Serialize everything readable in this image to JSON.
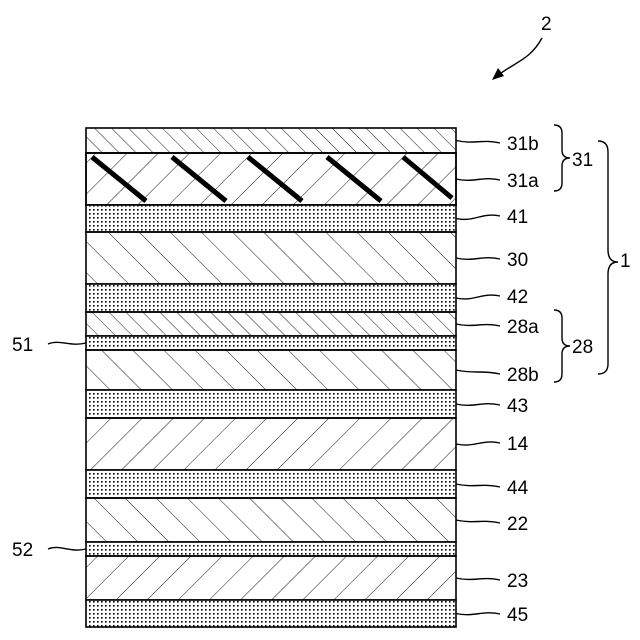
{
  "figure": {
    "assembly_label": "2",
    "stack_label": "1",
    "layers": [
      {
        "label": "31b",
        "pattern": "fine-hatch"
      },
      {
        "label": "31a",
        "pattern": "bold-hatch"
      },
      {
        "label": "41",
        "pattern": "dots"
      },
      {
        "label": "30",
        "pattern": "hatch"
      },
      {
        "label": "42",
        "pattern": "dots"
      },
      {
        "label": "28a",
        "pattern": "fine-hatch"
      },
      {
        "label": "51",
        "pattern": "dots"
      },
      {
        "label": "28b",
        "pattern": "hatch"
      },
      {
        "label": "43",
        "pattern": "dots"
      },
      {
        "label": "14",
        "pattern": "back-hatch"
      },
      {
        "label": "44",
        "pattern": "dots"
      },
      {
        "label": "22",
        "pattern": "hatch"
      },
      {
        "label": "52",
        "pattern": "dots"
      },
      {
        "label": "23",
        "pattern": "back-hatch"
      },
      {
        "label": "45",
        "pattern": "dots"
      }
    ],
    "groups": [
      {
        "label": "31"
      },
      {
        "label": "28"
      }
    ]
  }
}
